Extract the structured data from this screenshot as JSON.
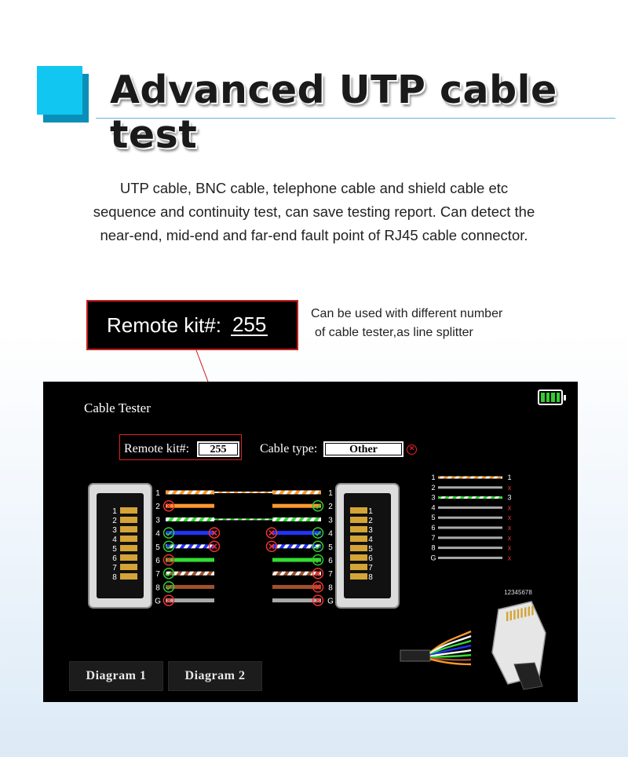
{
  "header": {
    "title": "Advanced UTP cable test",
    "accent_color": "#12c6f2"
  },
  "intro": {
    "lines": [
      "UTP cable, BNC cable, telephone cable and shield cable etc",
      "sequence and continuity test, can save testing report. Can detect the",
      "near-end, mid-end and far-end fault point of RJ45 cable connector."
    ]
  },
  "callout": {
    "label": "Remote kit#:",
    "value": "255",
    "note_lines": [
      "Can be used with different number",
      "of cable tester,as line splitter"
    ]
  },
  "screen": {
    "title": "Cable Tester",
    "battery_icon": "battery-full-icon",
    "remote_label": "Remote kit#:",
    "remote_value": "255",
    "cable_type_label": "Cable type:",
    "cable_type_value": "Other",
    "left_jack_pins": [
      "1",
      "2",
      "3",
      "4",
      "5",
      "6",
      "7",
      "8"
    ],
    "right_jack_pins": [
      "1",
      "2",
      "3",
      "4",
      "5",
      "6",
      "7",
      "8"
    ],
    "wire_labels": [
      "1",
      "2",
      "3",
      "4",
      "5",
      "6",
      "7",
      "8",
      "G"
    ],
    "wires": [
      {
        "pin": "1",
        "color": "#ff9a2e",
        "striped": true,
        "left": "none",
        "right": "none",
        "connected": true
      },
      {
        "pin": "2",
        "color": "#ff9a2e",
        "striped": false,
        "left": "fail",
        "right": "ok",
        "connected": false
      },
      {
        "pin": "3",
        "color": "#33dd33",
        "striped": true,
        "left": "none",
        "right": "none",
        "connected": true
      },
      {
        "pin": "4",
        "color": "#2233ff",
        "striped": false,
        "left": "ok",
        "left2": "fail",
        "right": "ok",
        "right2": "fail",
        "connected": false
      },
      {
        "pin": "5",
        "color": "#2233ff",
        "striped": true,
        "left": "ok",
        "left2": "fail",
        "right": "ok",
        "right2": "fail",
        "connected": false
      },
      {
        "pin": "6",
        "color": "#33dd33",
        "striped": false,
        "left": "fail",
        "right": "ok",
        "connected": false
      },
      {
        "pin": "7",
        "color": "#a0522d",
        "striped": true,
        "left": "ok",
        "right": "fail",
        "connected": false
      },
      {
        "pin": "8",
        "color": "#a0522d",
        "striped": false,
        "left": "ok",
        "right": "fail",
        "connected": false
      },
      {
        "pin": "G",
        "color": "#aaaaaa",
        "striped": false,
        "left": "fail",
        "right": "fail",
        "connected": false
      }
    ],
    "map_rows": [
      {
        "left": "1",
        "color": "#ff9a2e",
        "striped": true,
        "right": "1"
      },
      {
        "left": "2",
        "color": "#aaaaaa",
        "striped": false,
        "right": "x"
      },
      {
        "left": "3",
        "color": "#33dd33",
        "striped": true,
        "right": "3"
      },
      {
        "left": "4",
        "color": "#aaaaaa",
        "striped": false,
        "right": "x"
      },
      {
        "left": "5",
        "color": "#aaaaaa",
        "striped": false,
        "right": "x"
      },
      {
        "left": "6",
        "color": "#aaaaaa",
        "striped": false,
        "right": "x"
      },
      {
        "left": "7",
        "color": "#aaaaaa",
        "striped": false,
        "right": "x"
      },
      {
        "left": "8",
        "color": "#aaaaaa",
        "striped": false,
        "right": "x"
      },
      {
        "left": "G",
        "color": "#aaaaaa",
        "striped": false,
        "right": "x"
      }
    ],
    "connector_caption": "12345678",
    "tabs": [
      "Diagram  1",
      "Diagram  2"
    ]
  }
}
